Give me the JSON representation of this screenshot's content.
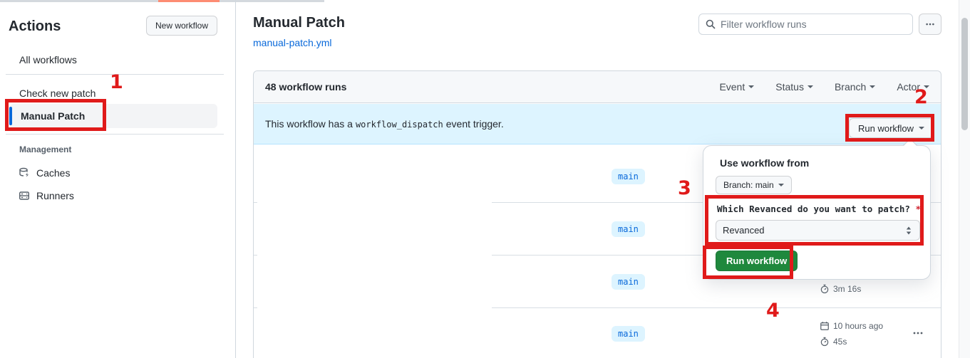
{
  "colors": {
    "accent_blue": "#0969da",
    "banner_bg": "#ddf4ff",
    "primary_green": "#1f883d",
    "annotation_red": "#e01a1a",
    "tab_indicator_orange": "#fd8c73"
  },
  "icons": {
    "search": "magnifier",
    "more_options": "horizontal-ellipsis",
    "filter_caret": "chevron-down",
    "cache": "database-with-bolt",
    "runners": "server-rack",
    "stopwatch": "stopwatch",
    "calendar": "calendar",
    "select_arrows": "up-down-triangles"
  },
  "annotations": {
    "step1": "1",
    "step2": "2",
    "step3": "3",
    "step4": "4"
  },
  "sidebar": {
    "title": "Actions",
    "new_workflow_label": "New workflow",
    "items": [
      {
        "label": "All workflows"
      },
      {
        "label": "Check new patch"
      },
      {
        "label": "Manual Patch",
        "selected": true
      }
    ],
    "management_label": "Management",
    "management_items": [
      {
        "label": "Caches"
      },
      {
        "label": "Runners"
      }
    ]
  },
  "header": {
    "title": "Manual Patch",
    "file_link": "manual-patch.yml",
    "filter_placeholder": "Filter workflow runs"
  },
  "runs_panel": {
    "count_label": "48 workflow runs",
    "filters": [
      "Event",
      "Status",
      "Branch",
      "Actor"
    ],
    "banner": {
      "text_before": "This workflow has a",
      "code": "workflow_dispatch",
      "text_after": "event trigger.",
      "run_workflow_label": "Run workflow"
    },
    "rows": [
      {
        "branch": "main"
      },
      {
        "branch": "main"
      },
      {
        "branch": "main",
        "duration": "3m 16s"
      },
      {
        "branch": "main",
        "time": "10 hours ago",
        "duration": "45s"
      }
    ]
  },
  "popup": {
    "title": "Use workflow from",
    "branch_button": "Branch: main",
    "input_label": "Which Revanced do you want to patch?",
    "required_mark": "*",
    "select_value": "Revanced",
    "run_button": "Run workflow"
  }
}
